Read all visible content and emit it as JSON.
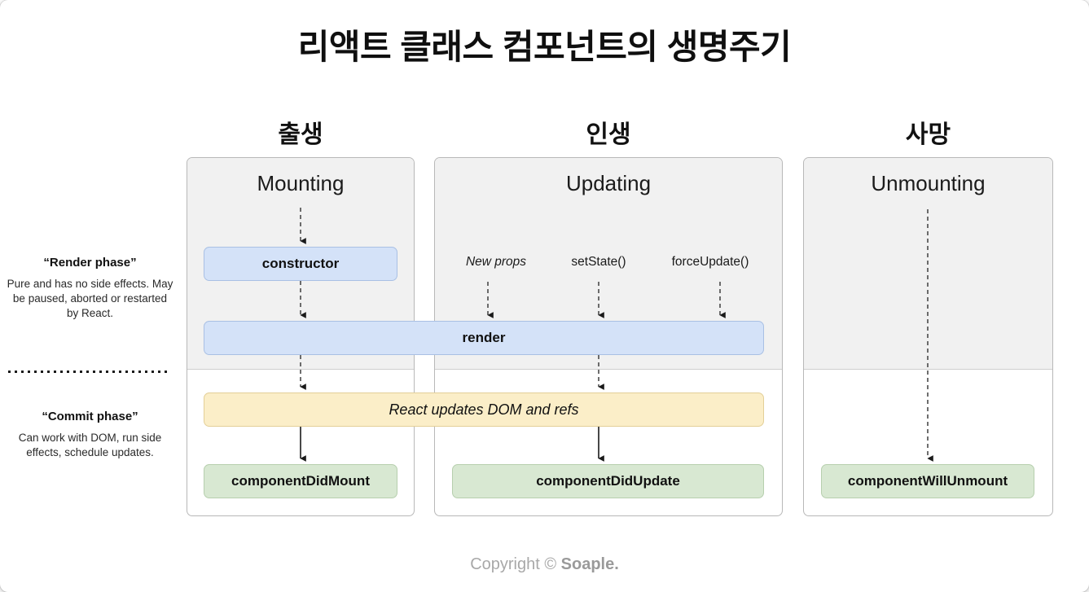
{
  "title": "리액트 클래스 컴포넌트의 생명주기",
  "korean_headers": {
    "birth": "출생",
    "life": "인생",
    "death": "사망"
  },
  "panels": [
    {
      "id": "mounting",
      "title": "Mounting"
    },
    {
      "id": "updating",
      "title": "Updating"
    },
    {
      "id": "unmounting",
      "title": "Unmounting"
    }
  ],
  "sidebar": {
    "render_phase": {
      "title": "“Render phase”",
      "description": "Pure and has no side effects. May be paused, aborted or restarted by React."
    },
    "commit_phase": {
      "title": "“Commit phase”",
      "description": "Can work with DOM, run side effects, schedule updates."
    }
  },
  "triggers": {
    "new_props": "New props",
    "set_state": "setState()",
    "force_update": "forceUpdate()"
  },
  "lifecycle_boxes": {
    "constructor": "constructor",
    "render": "render",
    "commit_dom": "React updates DOM and refs",
    "component_did_mount": "componentDidMount",
    "component_did_update": "componentDidUpdate",
    "component_will_unmount": "componentWillUnmount"
  },
  "footer": {
    "prefix": "Copyright © ",
    "brand": "Soaple."
  },
  "colors": {
    "blue_fill": "#d4e2f8",
    "blue_border": "#a9c0e4",
    "yellow_fill": "#fbeec8",
    "yellow_border": "#e3cf98",
    "green_fill": "#d8e8d2",
    "green_border": "#b7cfae",
    "panel_shade": "#f1f1f1",
    "panel_border": "#b8b8b8",
    "footer_text": "#a8a8a8"
  }
}
